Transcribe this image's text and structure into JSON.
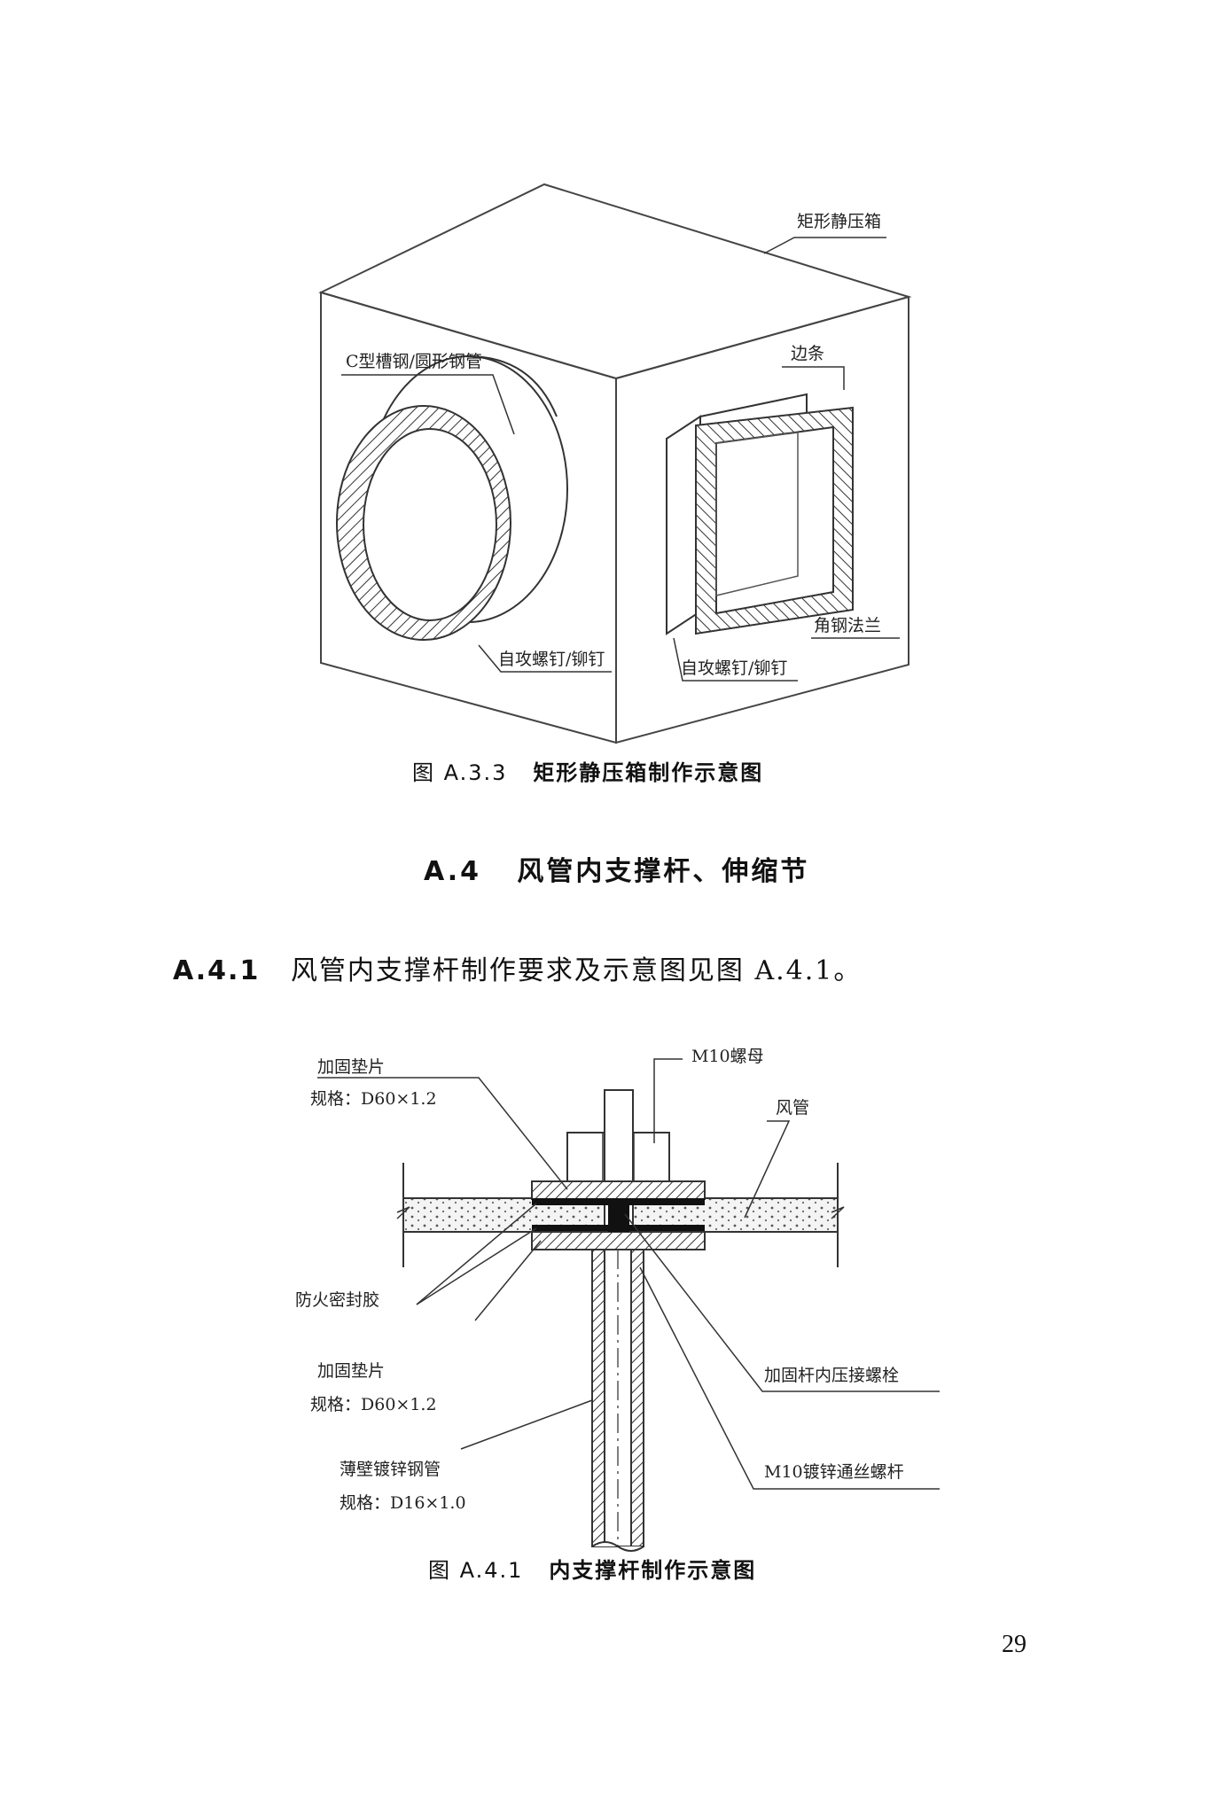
{
  "figure1": {
    "labels": {
      "box": "矩形静压箱",
      "c_channel": "C型槽钢/圆形钢管",
      "edge_strip": "边条",
      "angle_flange": "角钢法兰",
      "screws_left": "自攻螺钉/铆钉",
      "screws_right": "自攻螺钉/铆钉"
    },
    "caption_num": "图 A.3.3",
    "caption_text": "矩形静压箱制作示意图"
  },
  "section": {
    "num": "A.4",
    "title": "风管内支撑杆、伸缩节"
  },
  "paragraph": {
    "num": "A.4.1",
    "text": "风管内支撑杆制作要求及示意图见图 A.4.1。"
  },
  "figure2": {
    "labels": {
      "nut": "M10螺母",
      "washer_top": "加固垫片",
      "washer_top_spec": "规格：D60×1.2",
      "duct": "风管",
      "sealant": "防火密封胶",
      "washer_bottom": "加固垫片",
      "washer_bottom_spec": "规格：D60×1.2",
      "bolt_inner": "加固杆内压接螺栓",
      "pipe": "薄壁镀锌钢管",
      "pipe_spec": "规格：D16×1.0",
      "threaded_rod": "M10镀锌通丝螺杆"
    },
    "caption_num": "图 A.4.1",
    "caption_text": "内支撑杆制作示意图"
  },
  "page_number": "29"
}
